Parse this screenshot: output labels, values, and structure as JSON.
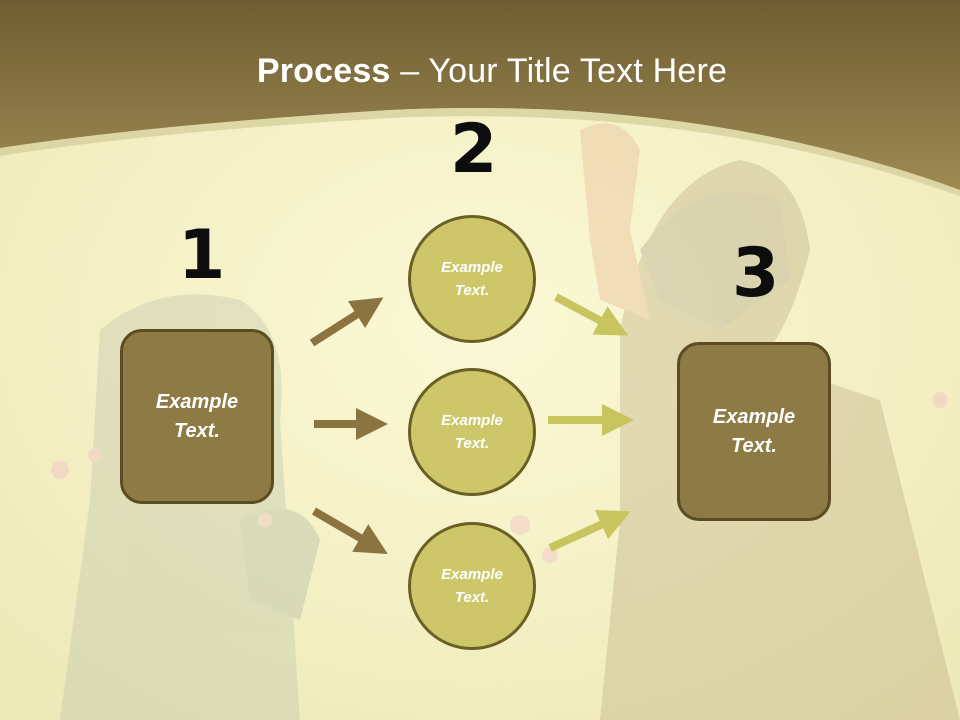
{
  "slide": {
    "title_bold": "Process",
    "title_rest": " – Your Title Text Here",
    "steps": [
      {
        "number": "1",
        "text_line1": "Example",
        "text_line2": "Text."
      },
      {
        "number": "2",
        "text_line1": "Example",
        "text_line2": "Text."
      },
      {
        "number": "3",
        "text_line1": "Example",
        "text_line2": "Text."
      }
    ],
    "circles": [
      {
        "text_line1": "Example",
        "text_line2": "Text."
      },
      {
        "text_line1": "Example",
        "text_line2": "Text."
      },
      {
        "text_line1": "Example",
        "text_line2": "Text."
      }
    ]
  },
  "colors": {
    "header": "#8b7640",
    "background": "#f4f1c6",
    "box_fill": "#8e7a45",
    "circle_fill": "#cdc76a",
    "arrow_dark": "#8b7440",
    "arrow_light": "#c9c55e"
  }
}
